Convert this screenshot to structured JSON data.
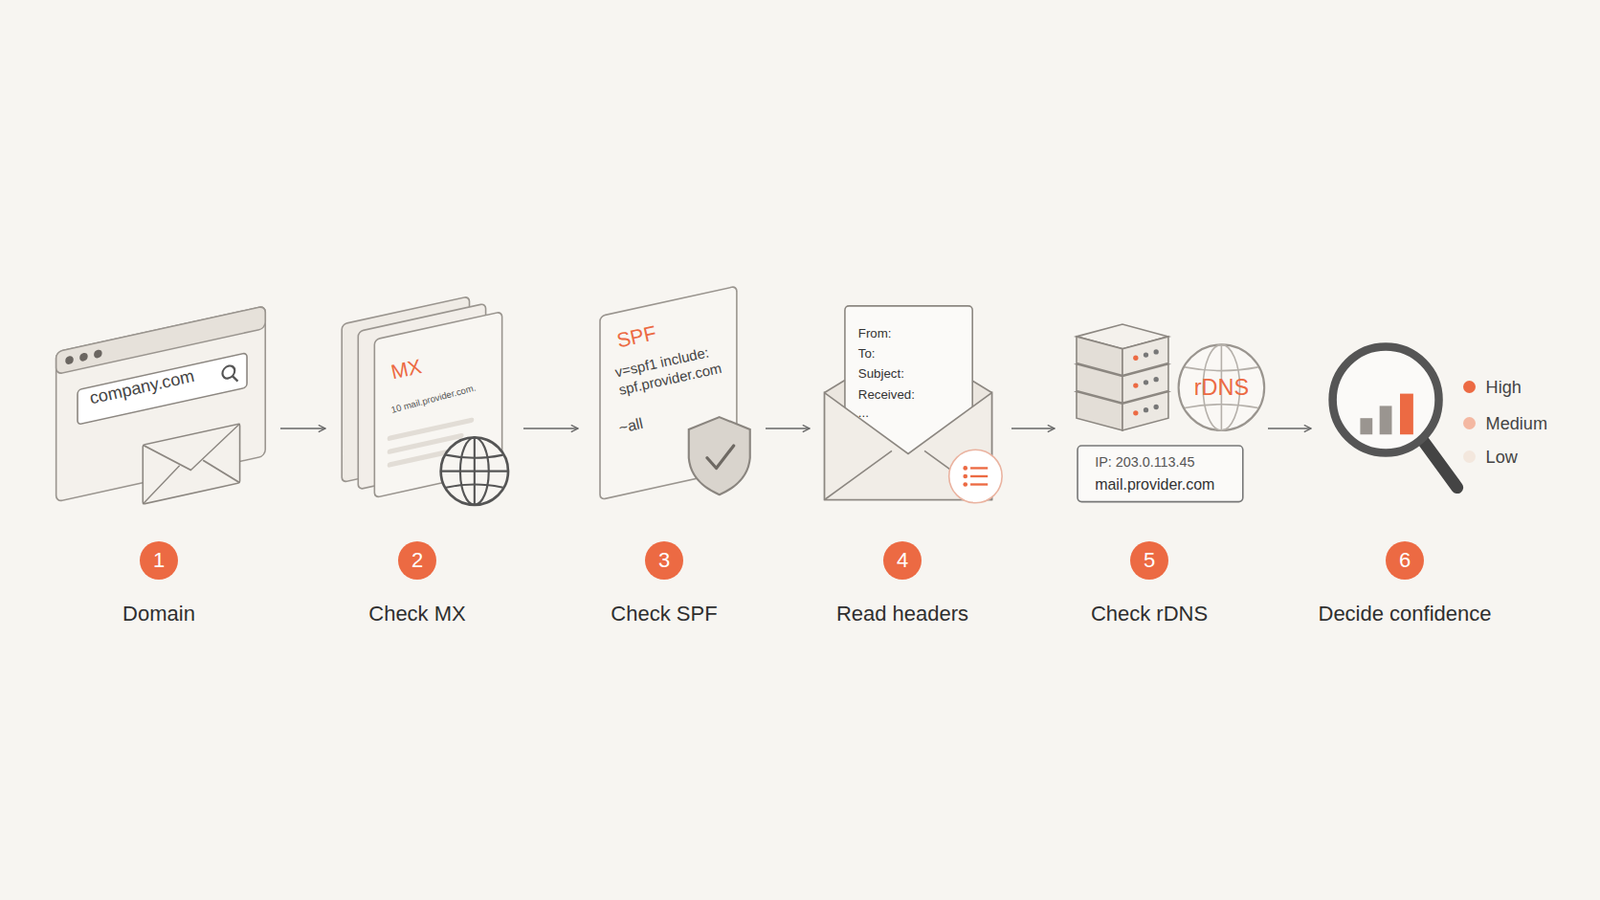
{
  "diagram": {
    "nodes": [
      {
        "text": [
          "1",
          "Domain"
        ]
      },
      {
        "text": [
          "2",
          "Check MX"
        ]
      },
      {
        "text": [
          "3",
          "Check SPF"
        ]
      },
      {
        "text": [
          "4",
          "Read headers"
        ]
      },
      {
        "text": [
          "5",
          "Check rDNS"
        ]
      },
      {
        "text": [
          "6",
          "Decide confidence"
        ]
      }
    ],
    "edges": [
      {
        "from": 0,
        "to": 1,
        "arrow": "to"
      },
      {
        "from": 1,
        "to": 2,
        "arrow": "to"
      },
      {
        "from": 2,
        "to": 3,
        "arrow": "to"
      },
      {
        "from": 3,
        "to": 4,
        "arrow": "to"
      },
      {
        "from": 4,
        "to": 5,
        "arrow": "to"
      }
    ],
    "labels": [
      "company.com",
      "MX",
      "10 mail.provider.com.",
      "SPF",
      "v=spf1 include: spf.provider.com",
      "~all",
      "From:",
      "To:",
      "Subject:",
      "Received:",
      "...",
      "rDNS",
      "IP: 203.0.113.45",
      "mail.provider.com"
    ],
    "legend": [
      {
        "text": "High",
        "color": "#ec6a43"
      },
      {
        "text": "Medium",
        "color": "#f4b8a2"
      },
      {
        "text": "Low",
        "color": "#f3e7dd"
      }
    ]
  }
}
